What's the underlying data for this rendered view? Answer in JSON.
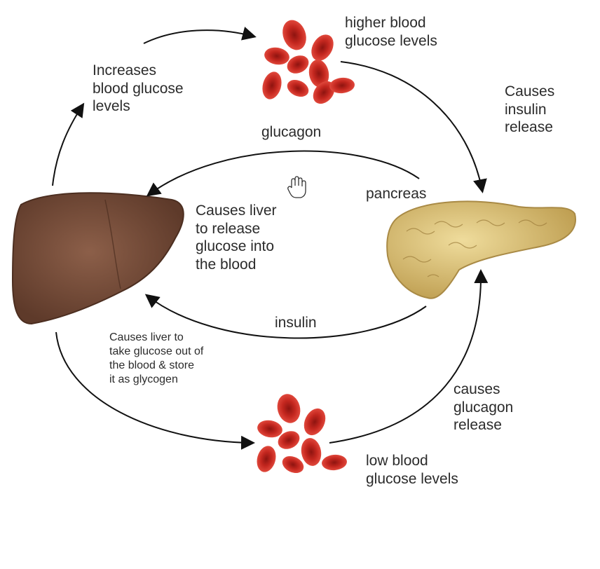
{
  "labels": {
    "high_glucose": "higher blood\nglucose levels",
    "increases": "Increases\nblood glucose\nlevels",
    "causes_insulin": "Causes\ninsulin\nrelease",
    "glucagon": "glucagon",
    "pancreas": "pancreas",
    "liver_release": "Causes liver\nto release\nglucose into\nthe blood",
    "insulin": "insulin",
    "liver_store": "Causes liver to\ntake glucose out of\nthe blood & store\nit as glycogen",
    "causes_glucagon": "causes\nglucagon\nrelease",
    "low_glucose": "low blood\nglucose levels"
  },
  "colors": {
    "liver": "#7a4f3a",
    "blood_cell": "#c4271f",
    "pancreas": "#d8c07a",
    "arrow": "#111111"
  },
  "icons": {
    "cursor": "hand-cursor-icon"
  }
}
